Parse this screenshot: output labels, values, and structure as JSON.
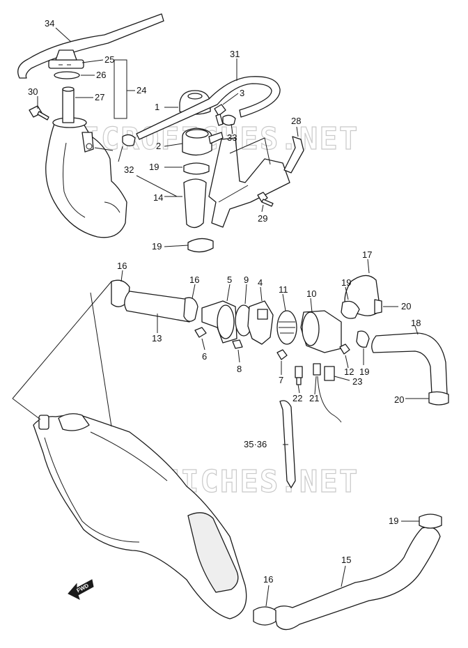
{
  "watermark": "MICROFICHES.NET",
  "fwd_label": "FWD",
  "callouts": {
    "c1": "1",
    "c2": "2",
    "c3": "3",
    "c4": "4",
    "c5": "5",
    "c6": "6",
    "c7": "7",
    "c8": "8",
    "c9": "9",
    "c10": "10",
    "c11": "11",
    "c12": "12",
    "c13": "13",
    "c14": "14",
    "c15": "15",
    "c16a": "16",
    "c16b": "16",
    "c16c": "16",
    "c17": "17",
    "c18": "18",
    "c19a": "19",
    "c19b": "19",
    "c19c": "19",
    "c19d": "19",
    "c19e": "19",
    "c20a": "20",
    "c20b": "20",
    "c21": "21",
    "c22": "22",
    "c23": "23",
    "c24": "24",
    "c25": "25",
    "c26": "26",
    "c27": "27",
    "c28": "28",
    "c29": "29",
    "c30": "30",
    "c31": "31",
    "c32": "32",
    "c33": "33",
    "c34": "34",
    "c3536": "35·36"
  }
}
